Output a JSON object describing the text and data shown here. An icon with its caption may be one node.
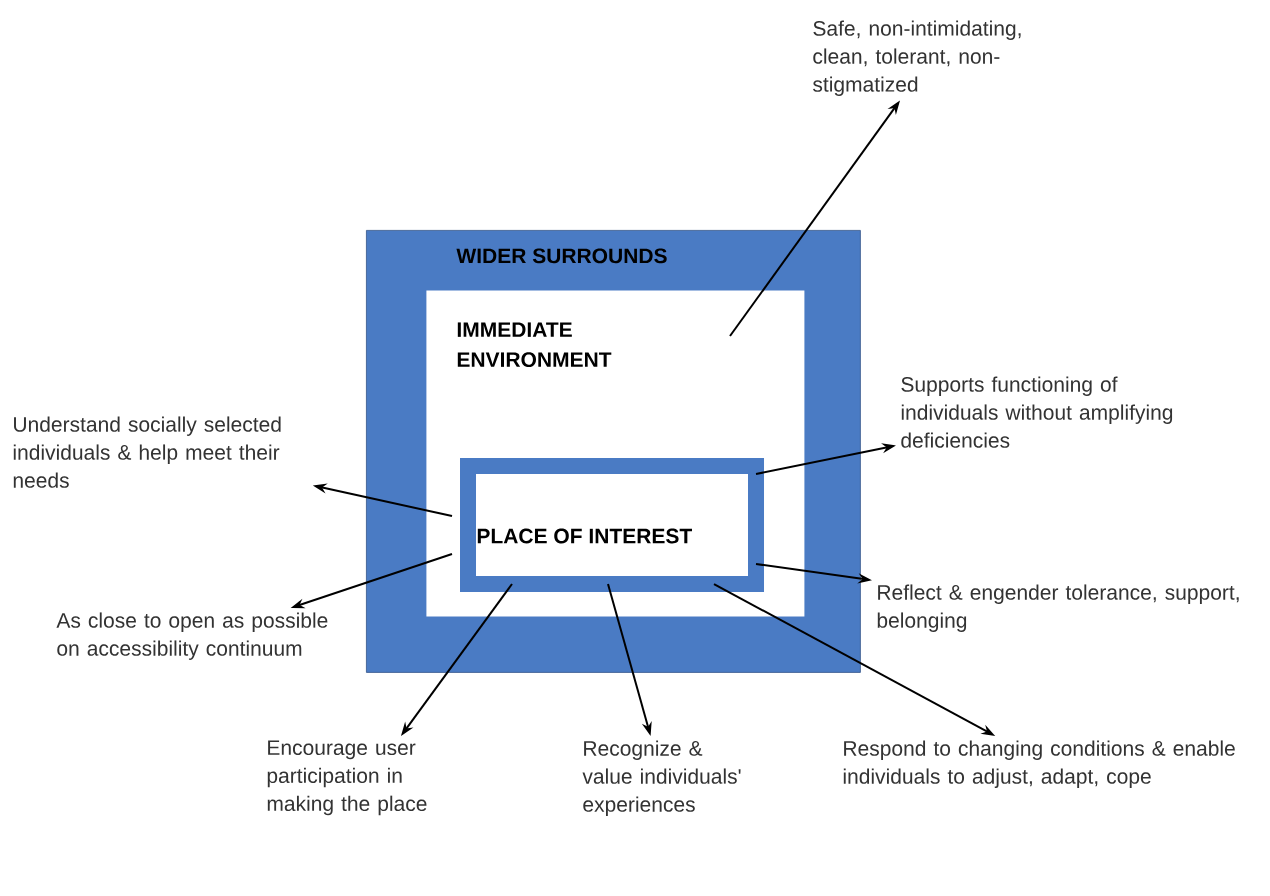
{
  "diagram": {
    "nodes": [
      {
        "text": [
          "WIDER SURROUNDS"
        ]
      },
      {
        "text": [
          "IMMEDIATE ENVIRONMENT"
        ],
        "in": 0
      },
      {
        "text": [
          "PLACE OF INTEREST"
        ],
        "in": 1
      },
      {
        "text": [
          "Safe, non-intimidating, clean, tolerant, non-stigmatized"
        ]
      },
      {
        "text": [
          "Supports functioning of individuals without amplifying deficiencies"
        ]
      },
      {
        "text": [
          "Understand socially selected individuals & help meet their needs"
        ]
      },
      {
        "text": [
          "As close to open as possible on accessibility continuum"
        ]
      },
      {
        "text": [
          "Reflect & engender tolerance, support, belonging"
        ]
      },
      {
        "text": [
          "Encourage user participation in making the place"
        ]
      },
      {
        "text": [
          "Recognize & value individuals' experiences"
        ]
      },
      {
        "text": [
          "Respond to changing conditions & enable individuals to adjust, adapt, cope"
        ]
      }
    ],
    "edges": [
      {
        "from": 1,
        "to": 3,
        "arrow": "to"
      },
      {
        "from": 2,
        "to": 4,
        "arrow": "to"
      },
      {
        "from": 2,
        "to": 5,
        "arrow": "to"
      },
      {
        "from": 2,
        "to": 6,
        "arrow": "to"
      },
      {
        "from": 2,
        "to": 7,
        "arrow": "to"
      },
      {
        "from": 2,
        "to": 8,
        "arrow": "to"
      },
      {
        "from": 2,
        "to": 9,
        "arrow": "to"
      },
      {
        "from": 2,
        "to": 10,
        "arrow": "to"
      }
    ]
  }
}
